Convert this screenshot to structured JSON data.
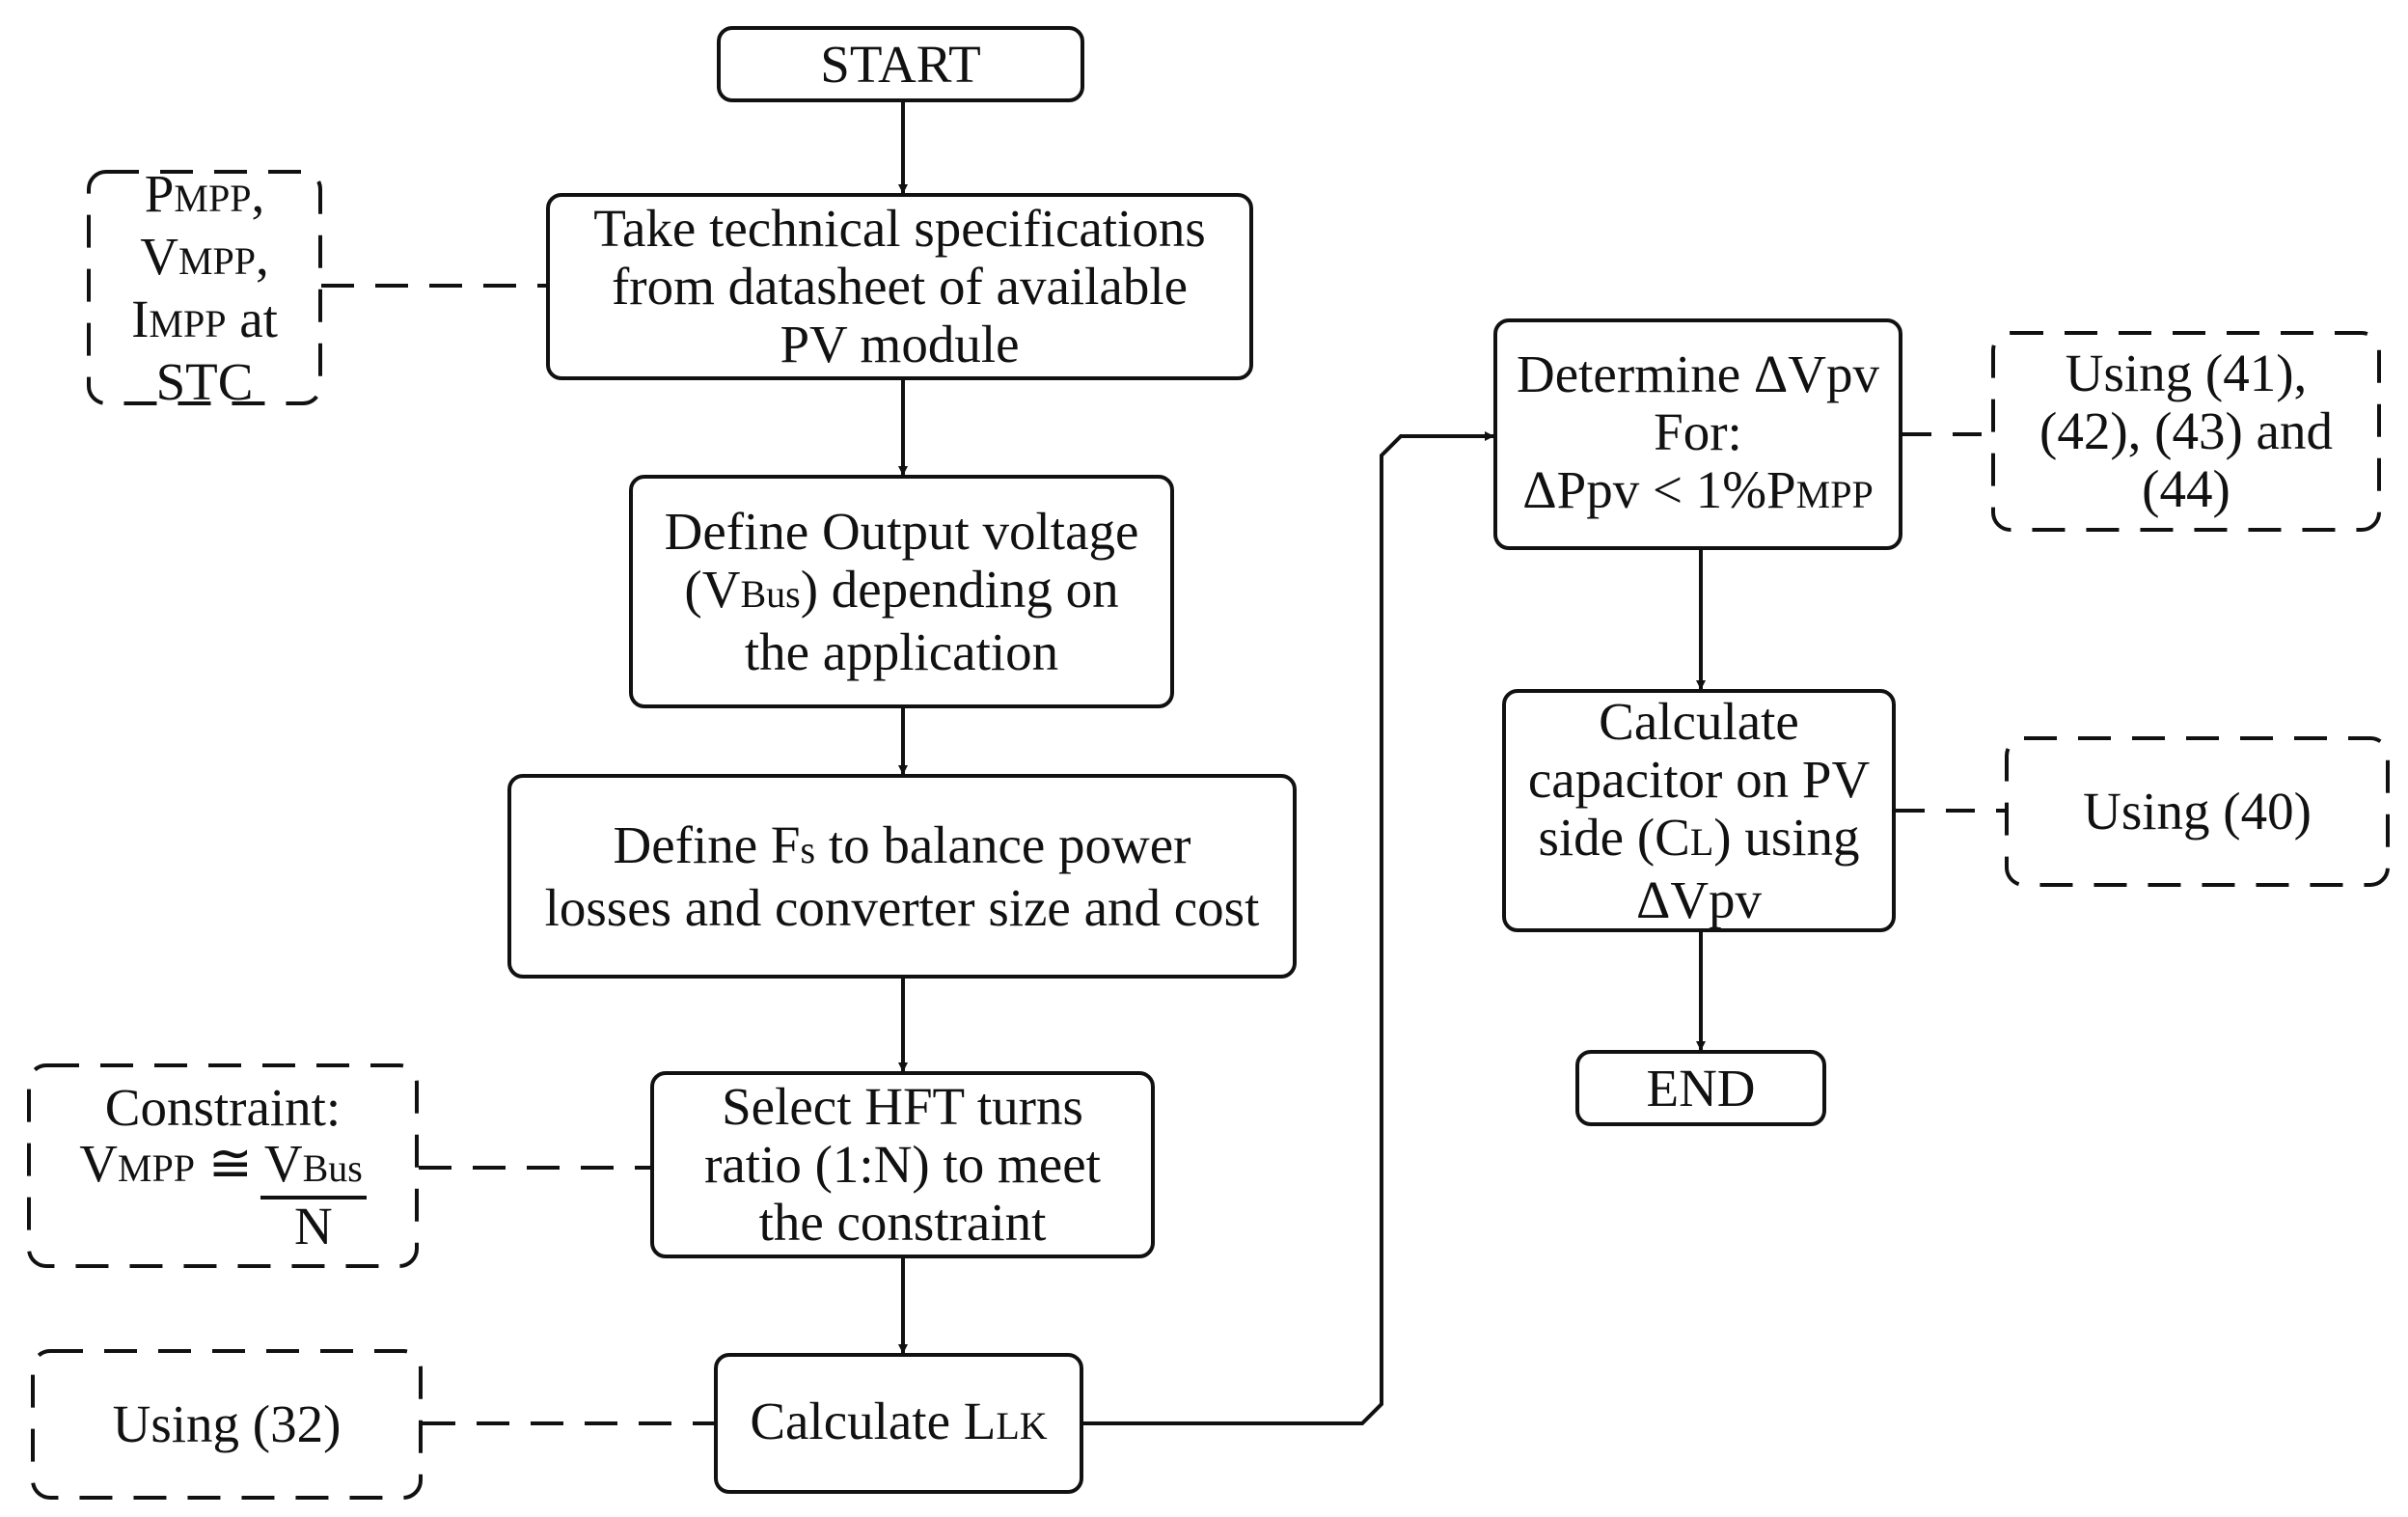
{
  "start": "START",
  "end": "END",
  "steps": {
    "take_specs": [
      "Take technical specifications",
      "from datasheet of available",
      "PV module"
    ],
    "define_output_voltage": {
      "line1": "Define Output voltage",
      "line2_open": "(V",
      "line2_sub": "Bus",
      "line2_rest": ") depending on",
      "line3": "the application"
    },
    "define_fs": {
      "line1_pre": "Define F",
      "line1_sub": "s",
      "line1_rest": " to balance power",
      "line2": "losses and converter size and cost"
    },
    "select_hft": [
      "Select HFT turns",
      "ratio (1:N) to meet",
      "the constraint"
    ],
    "calculate_llk": {
      "pre": "Calculate L",
      "sub": "LK"
    },
    "determine_dvpv": {
      "line1": "Determine ΔVpv",
      "line2": "For:",
      "line3_pre": "ΔPpv < 1%P",
      "line3_sub": "MPP"
    },
    "calculate_capacitor": {
      "line1": "Calculate",
      "line2": "capacitor on PV",
      "line3_pre": "side (C",
      "line3_sub": "L",
      "line3_rest": ") using",
      "line4": "ΔVpv"
    }
  },
  "notes": {
    "stc": {
      "p": "P",
      "p_sub": "MPP",
      "p_rest": ",",
      "v": "V",
      "v_sub": "MPP",
      "v_rest": ",",
      "i": "I",
      "i_sub": "MPP",
      "i_rest": " at",
      "stc": "STC"
    },
    "constraint": {
      "title": "Constraint:",
      "v": "V",
      "v_sub": "MPP",
      "approx": " ≅ ",
      "num": "V",
      "num_sub": "Bus",
      "den": "N"
    },
    "using_32": "Using (32)",
    "using_41_44": [
      "Using (41),",
      "(42), (43) and",
      "(44)"
    ],
    "using_40": "Using (40)"
  }
}
